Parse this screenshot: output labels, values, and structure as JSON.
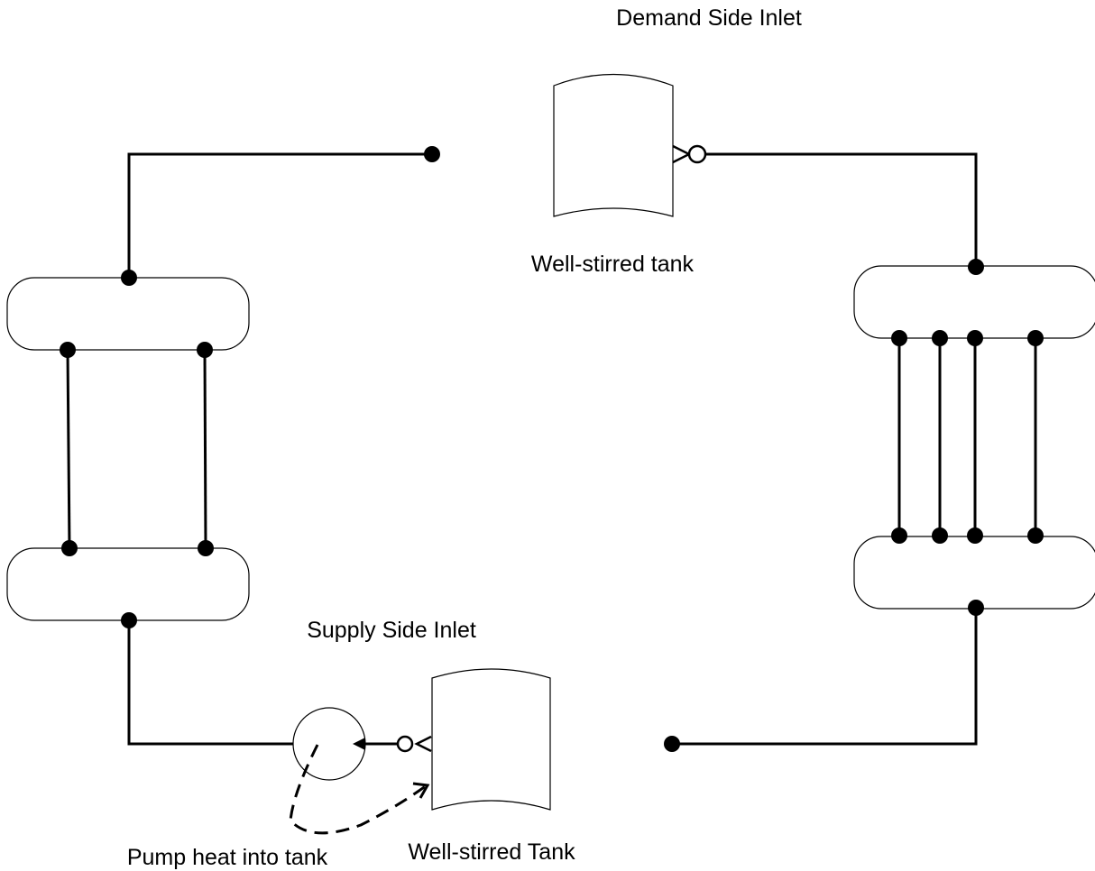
{
  "labels": {
    "demand_inlet": "Demand Side Inlet",
    "demand_tank": "Well-stirred tank",
    "supply_inlet": "Supply Side Inlet",
    "supply_tank": "Well-stirred Tank",
    "pump_heat": "Pump heat into tank"
  },
  "colors": {
    "line": "#000000",
    "background": "#ffffff"
  }
}
